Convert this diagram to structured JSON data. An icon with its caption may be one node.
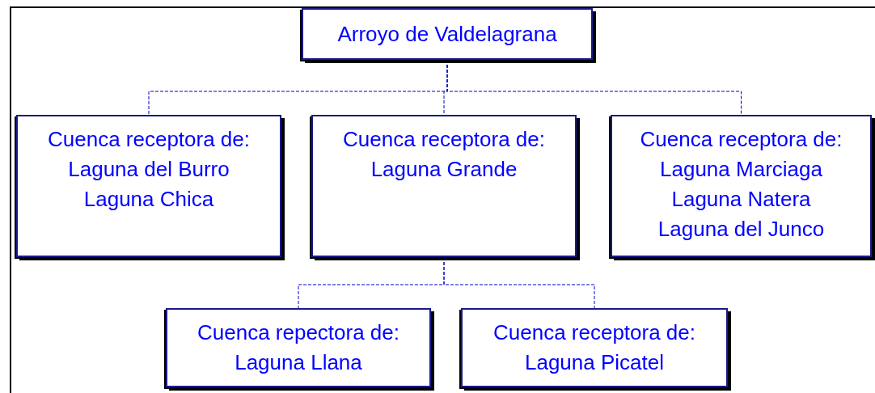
{
  "diagram": {
    "nodes": [
      {
        "text": [
          "Arroyo de Valdelagrana"
        ]
      },
      {
        "text": [
          "Cuenca receptora de:",
          "Laguna del Burro",
          "Laguna Chica"
        ]
      },
      {
        "text": [
          "Cuenca receptora de:",
          "Laguna Grande"
        ]
      },
      {
        "text": [
          "Cuenca receptora de:",
          "Laguna Marciaga",
          "Laguna Natera",
          "Laguna del Junco"
        ]
      },
      {
        "text": [
          "Cuenca repectora de:",
          "Laguna Llana"
        ]
      },
      {
        "text": [
          "Cuenca receptora de:",
          "Laguna Picatel"
        ]
      }
    ],
    "edges": [
      {
        "from": 0,
        "to": 1,
        "arrow": "none",
        "style": "dashed"
      },
      {
        "from": 0,
        "to": 2,
        "arrow": "none",
        "style": "dashed"
      },
      {
        "from": 0,
        "to": 3,
        "arrow": "none",
        "style": "dashed"
      },
      {
        "from": 2,
        "to": 4,
        "arrow": "none",
        "style": "dashed"
      },
      {
        "from": 2,
        "to": 5,
        "arrow": "none",
        "style": "dashed"
      }
    ]
  }
}
